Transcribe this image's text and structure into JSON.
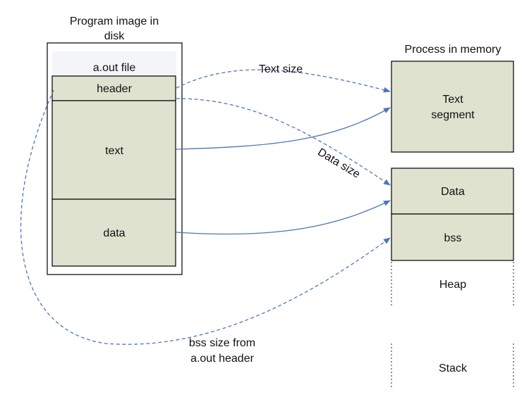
{
  "disk": {
    "title_line1": "Program image in",
    "title_line2": "disk",
    "file_label": "a.out file",
    "sections": {
      "header": "header",
      "text": "text",
      "data": "data"
    }
  },
  "memory": {
    "title": "Process in memory",
    "text_segment_line1": "Text",
    "text_segment_line2": "segment",
    "data": "Data",
    "bss": "bss",
    "heap": "Heap",
    "stack": "Stack"
  },
  "annotations": {
    "text_size": "Text size",
    "data_size": "Data size",
    "bss_size_line1": "bss size from",
    "bss_size_line2": "a.out header"
  },
  "colors": {
    "box_fill": "#dfe2cf",
    "arrow": "#4f77b4"
  }
}
